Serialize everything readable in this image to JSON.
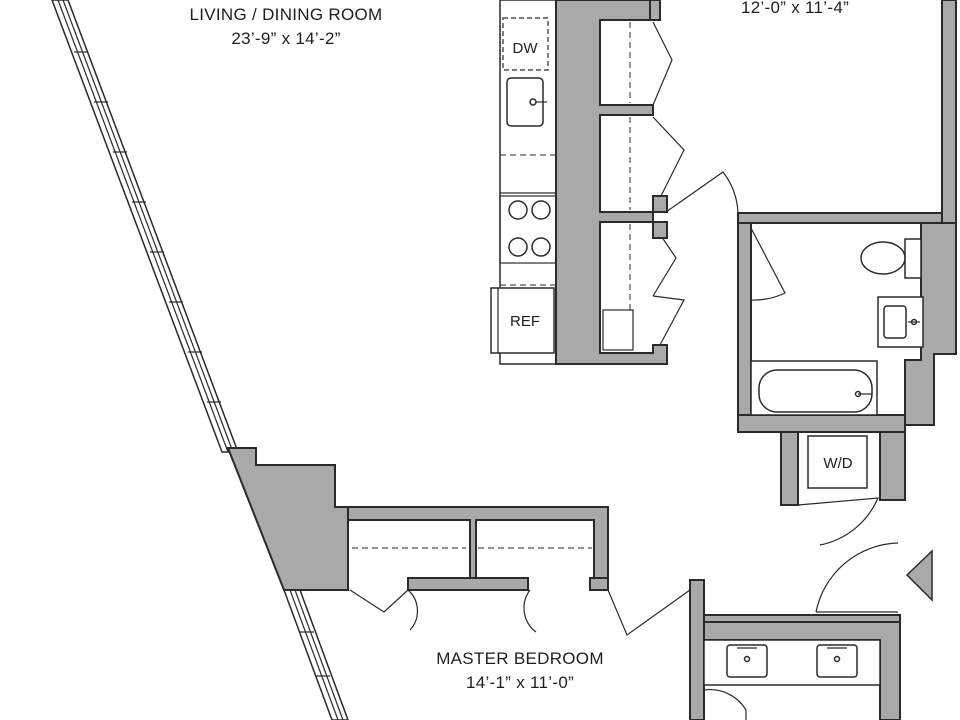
{
  "rooms": {
    "living": {
      "name": "LIVING / DINING ROOM",
      "dims": "23’-9” x 14’-2”"
    },
    "bedroom2": {
      "dims": "12’-0” x 11’-4”"
    },
    "master": {
      "name": "MASTER BEDROOM",
      "dims": "14’-1” x 11’-0”"
    }
  },
  "fixtures": {
    "dishwasher": "DW",
    "refrigerator": "REF",
    "washer_dryer": "W/D"
  },
  "colors": {
    "wall_fill": "#a9a9a9",
    "line": "#2a2a2a",
    "background": "#ffffff"
  }
}
